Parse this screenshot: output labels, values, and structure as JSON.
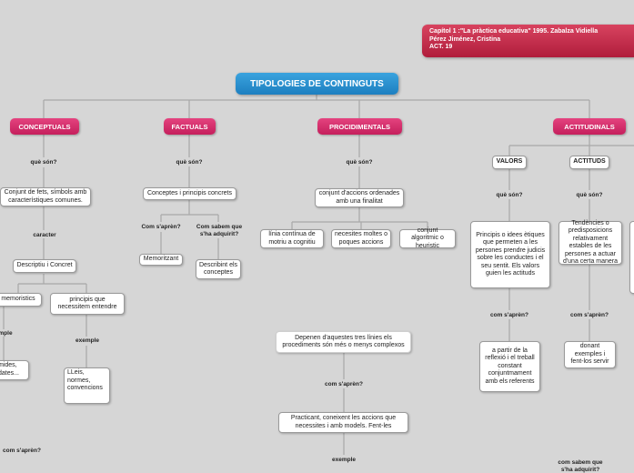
{
  "source": {
    "line1": "Capítol 1 :\"La pràctica educativa\" 1995. Zabalza Vidiella",
    "line2": "Pérez Jiménez, Cristina",
    "line3": "ACT. 19"
  },
  "root": {
    "title": "TIPOLOGIES DE CONTINGUTS"
  },
  "branches": {
    "conceptuals": "CONCEPTUALS",
    "factuals": "FACTUALS",
    "procidimentals": "PROCIDIMENTALS",
    "actitudinals": "ACTITUDINALS"
  },
  "conceptuals": {
    "que_son": "què són?",
    "def": "Conjunt de fets, símbols amb característiques comunes.",
    "caracter": "caracter",
    "descriptiu": "Descriptiu i Concret",
    "memoristics": "memoristics",
    "principis": "principis que necessitem entendre",
    "exemple_left": "mple",
    "exemple": "exemple",
    "mides": "mides, dates...",
    "lleis": "LLeis, normes, convencions",
    "com_saprén": "com s'aprèn?"
  },
  "factuals": {
    "que_son": "què són?",
    "def": "Conceptes i principis concrets",
    "com_saprén": "Com s'aprèn?",
    "com_sabem": "Com sabem que s'ha adquirit?",
    "memoritzant": "Memoritzant",
    "describint": "Describint els conceptes"
  },
  "procidimentals": {
    "que_son": "què són?",
    "def": "conjunt d'accions ordenades amb una finalitat",
    "linia": "línia contínua de motriu a cognitiu",
    "necesites": "necesites moltes o poques accions",
    "conjunt": "conjunt algoritmic o heuristic",
    "depenen": "Depenen d'aquestes tres línies els procediments són més o menys complexos",
    "com_saprén": "com s'aprèn?",
    "practicant": "Practicant, coneixent les accions que necessites i amb models. Fent-les",
    "exemple": "exemple"
  },
  "actitudinals": {
    "valors": "VALORS",
    "actituds": "ACTITUDS",
    "valors_que_son": "què són?",
    "actituds_que_son": "què són?",
    "valors_def": "Principis o idees ètiques que permeten a les persones prendre judicis sobre les conductes i el seu sentit. Els valors guien les actituds",
    "actituds_def": "Tendències o predisposicions relativament estables de les persones a actuar d'una certa manera",
    "valors_com": "com s'aprèn?",
    "actituds_com": "com s'aprèn?",
    "valors_how": "a partir de la reflexió i el treball constant conjuntmament amb els referents",
    "actituds_how": "donant exemples i fent-los servir",
    "com_sabem": "com sabem que s'ha adquirit?"
  }
}
